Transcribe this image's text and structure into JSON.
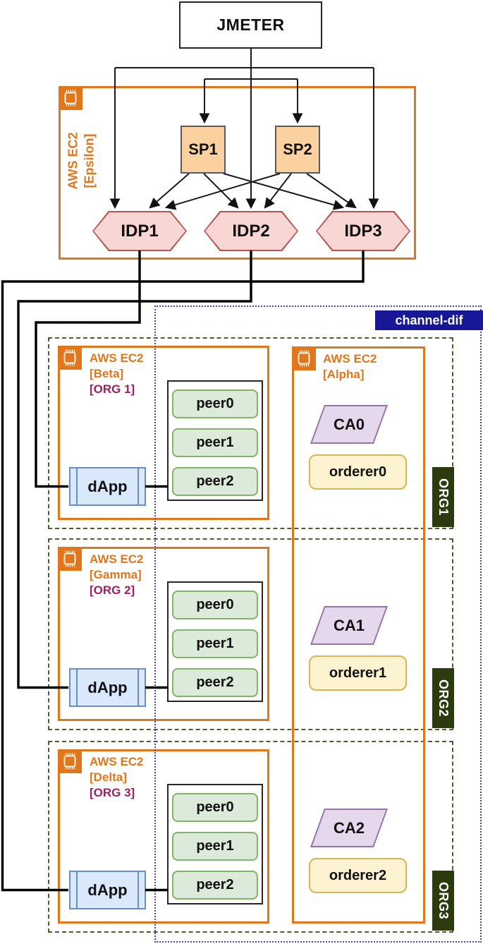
{
  "jmeter": {
    "label": "JMETER"
  },
  "epsilon_host": {
    "line1": "AWS EC2",
    "line2": "[Epsilon]"
  },
  "service_providers": [
    {
      "label": "SP1"
    },
    {
      "label": "SP2"
    }
  ],
  "identity_providers": [
    {
      "label": "IDP1"
    },
    {
      "label": "IDP2"
    },
    {
      "label": "IDP3"
    }
  ],
  "channel": {
    "label": "channel-dif"
  },
  "alpha_host": {
    "line1": "AWS EC2",
    "line2": "[Alpha]"
  },
  "orgs": [
    {
      "host_line1": "AWS EC2",
      "host_line2": "[Beta]",
      "host_line3": "[ORG 1]",
      "dapp_label": "dApp",
      "peers": [
        "peer0",
        "peer1",
        "peer2"
      ],
      "ca_label": "CA0",
      "orderer_label": "orderer0",
      "org_badge": "ORG1"
    },
    {
      "host_line1": "AWS EC2",
      "host_line2": "[Gamma]",
      "host_line3": "[ORG 2]",
      "dapp_label": "dApp",
      "peers": [
        "peer0",
        "peer1",
        "peer2"
      ],
      "ca_label": "CA1",
      "orderer_label": "orderer1",
      "org_badge": "ORG2"
    },
    {
      "host_line1": "AWS EC2",
      "host_line2": "[Delta]",
      "host_line3": "[ORG 3]",
      "dapp_label": "dApp",
      "peers": [
        "peer0",
        "peer1",
        "peer2"
      ],
      "ca_label": "CA2",
      "orderer_label": "orderer2",
      "org_badge": "ORG3"
    }
  ],
  "colors": {
    "accent_orange": "#e2761b",
    "magenta": "#9e1f63",
    "navy": "#181896",
    "badge_green": "#2c3a0e",
    "dashed_green": "#4d5f2c",
    "dotted_blue": "#4444c4",
    "line_black": "#262626",
    "sp_fill": "#fbd1a0",
    "sp_border": "#595959",
    "idp_fill": "#f7d6d3",
    "idp_border": "#b85450",
    "peer_fill": "#dcebd9",
    "peer_border": "#82b366",
    "dapp_fill": "#d9e8fb",
    "dapp_border": "#6c8ebf",
    "ca_fill": "#e5d8ec",
    "ca_border": "#9673a6",
    "orderer_fill": "#fdf3d0",
    "orderer_border": "#d6b656"
  }
}
